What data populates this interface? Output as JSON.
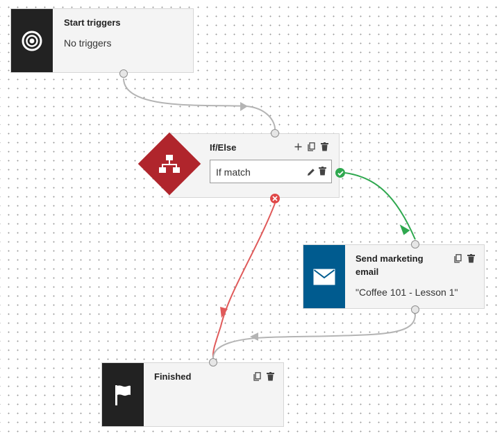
{
  "canvas": {
    "nodes": {
      "start_triggers": {
        "title": "Start triggers",
        "subtitle": "No triggers",
        "icon": "target-icon",
        "tile_color": "#222222"
      },
      "if_else": {
        "title": "If/Else",
        "icon": "flowchart-icon",
        "tile_color": "#b0252c",
        "condition_label": "If match",
        "actions": [
          "add-icon",
          "copy-icon",
          "trash-icon"
        ],
        "condition_actions": [
          "pencil-icon",
          "trash-icon"
        ]
      },
      "send_marketing_email": {
        "title": "Send marketing email",
        "subtitle": "\"Coffee 101 - Lesson 1\"",
        "icon": "envelope-icon",
        "tile_color": "#005b8f",
        "actions": [
          "copy-icon",
          "trash-icon"
        ]
      },
      "finished": {
        "title": "Finished",
        "icon": "flag-icon",
        "tile_color": "#222222",
        "actions": [
          "copy-icon",
          "trash-icon"
        ]
      }
    },
    "connectors": {
      "default_color": "#b4b4b4",
      "yes_color": "#2fa84f",
      "no_color": "#e05a5a"
    }
  }
}
